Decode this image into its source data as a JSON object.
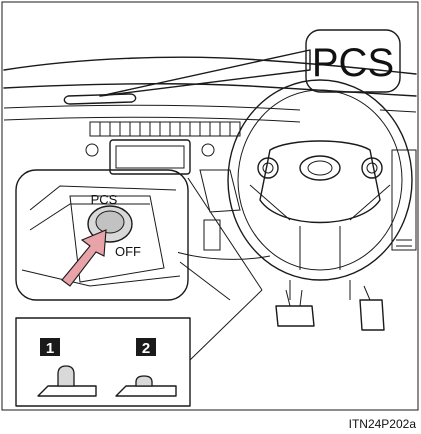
{
  "callout": {
    "label": "PCS"
  },
  "switch": {
    "top_label": "PCS",
    "bottom_label": "OFF"
  },
  "states": [
    {
      "number": "1"
    },
    {
      "number": "2"
    }
  ],
  "figure_code": "ITN24P202a",
  "colors": {
    "arrow": "#e8a3a8",
    "ink": "#1a1a1a",
    "panel_gray": "#d9d9d9",
    "badge": "#1a1a1a"
  },
  "icons": {
    "press_arrow": "press-arrow-icon"
  }
}
